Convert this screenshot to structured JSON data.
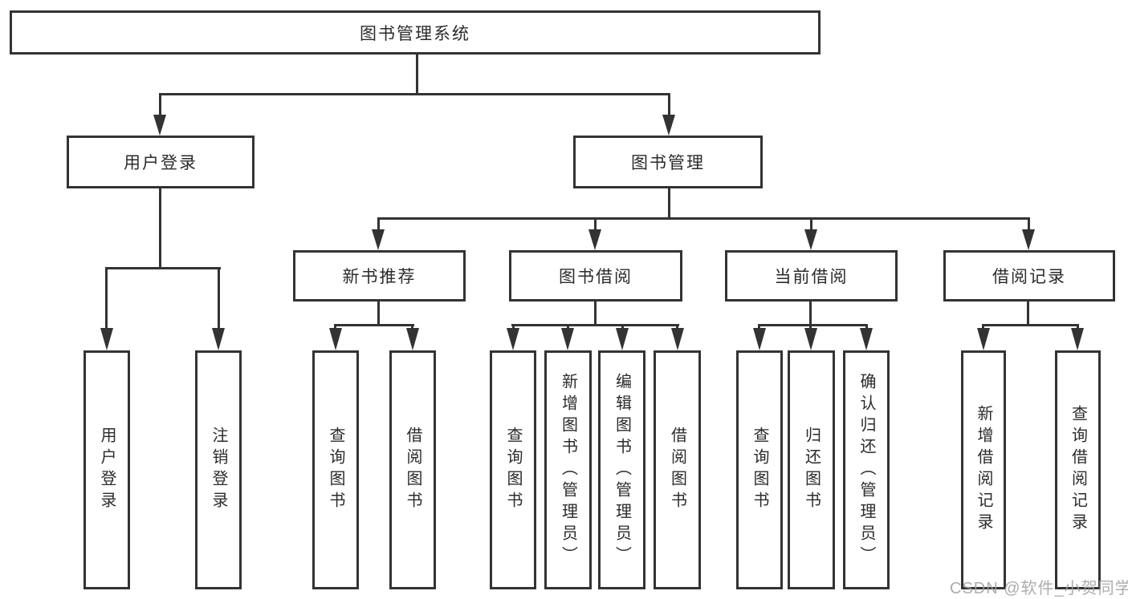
{
  "diagram_title": "图书管理系统",
  "tree": {
    "label": "图书管理系统",
    "children": [
      {
        "label": "用户登录",
        "children": [
          {
            "label": "用户登录"
          },
          {
            "label": "注销登录"
          }
        ]
      },
      {
        "label": "图书管理",
        "children": [
          {
            "label": "新书推荐",
            "children": [
              {
                "label": "查询图书"
              },
              {
                "label": "借阅图书"
              }
            ]
          },
          {
            "label": "图书借阅",
            "children": [
              {
                "label": "查询图书"
              },
              {
                "label": "新增图书（管理员）"
              },
              {
                "label": "编辑图书（管理员）"
              },
              {
                "label": "借阅图书"
              }
            ]
          },
          {
            "label": "当前借阅",
            "children": [
              {
                "label": "查询图书"
              },
              {
                "label": "归还图书"
              },
              {
                "label": "确认归还（管理员）"
              }
            ]
          },
          {
            "label": "借阅记录",
            "children": [
              {
                "label": "新增借阅记录"
              },
              {
                "label": "查询借阅记录"
              }
            ]
          }
        ]
      }
    ]
  },
  "watermark": {
    "text": "CSDN @软件_小贺同学"
  },
  "colors": {
    "line": "#333333",
    "box_border": "#333333",
    "box_fill": "#ffffff",
    "text": "#2b2b2b",
    "background": "#ffffff",
    "watermark": "#a0a0a0"
  }
}
